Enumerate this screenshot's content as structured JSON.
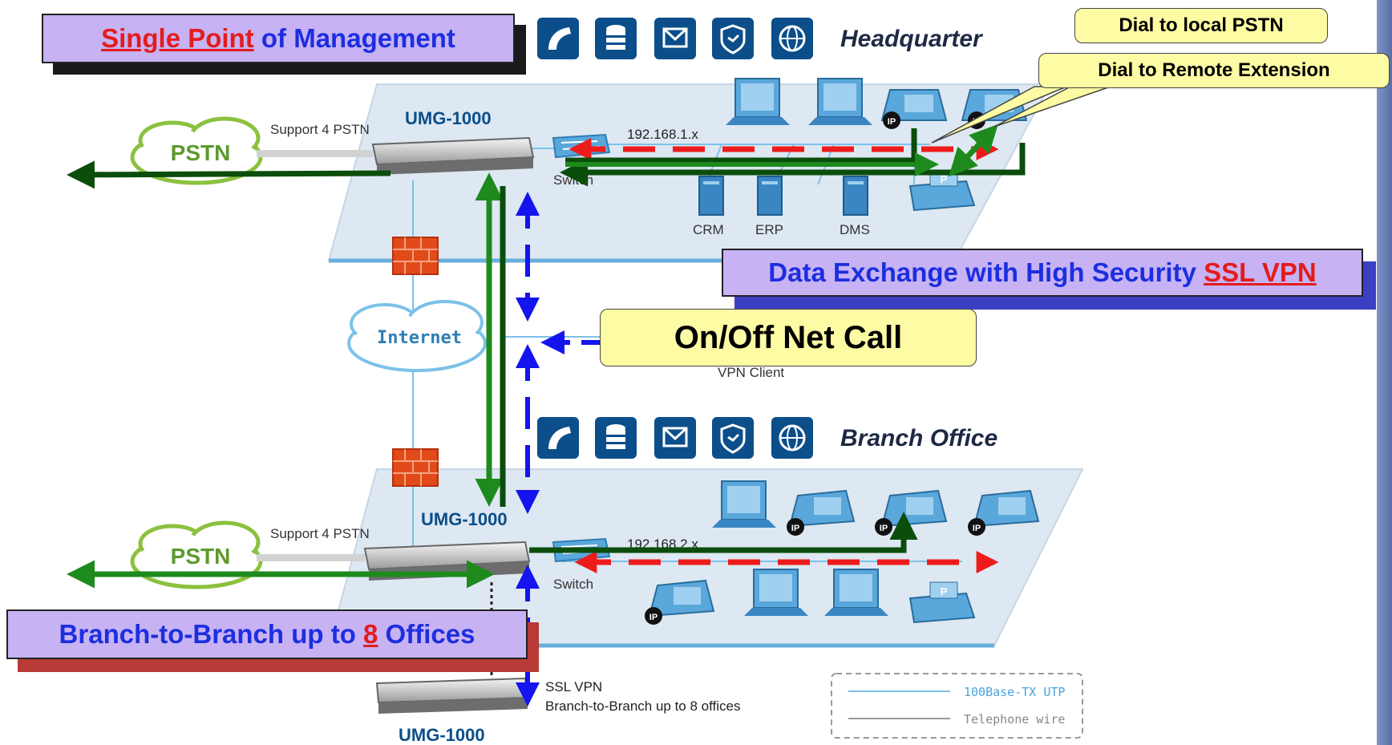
{
  "callouts": {
    "single_point": {
      "red": "Single Point",
      "blue": " of Management"
    },
    "ssl_vpn": {
      "blue": "Data Exchange with High Security ",
      "red": "SSL VPN"
    },
    "onoff": "On/Off Net Call",
    "branch": {
      "blue1": "Branch-to-Branch up to ",
      "red": "8",
      "blue2": " Offices"
    },
    "dial_local": "Dial to local PSTN",
    "dial_remote": "Dial to Remote Extension"
  },
  "labels": {
    "headquarter": "Headquarter",
    "branch_office": "Branch Office",
    "umg_hq": "UMG-1000",
    "umg_branch": "UMG-1000",
    "umg_bottom": "UMG-1000",
    "support_pstn_hq": "Support 4 PSTN",
    "support_pstn_branch": "Support 4 PSTN",
    "pstn_hq": "PSTN",
    "pstn_branch": "PSTN",
    "internet": "Internet",
    "ip_hq": "192.168.1.x",
    "ip_branch": "192.168.2.x",
    "switch_hq": "Switch",
    "switch_branch": "Switch",
    "crm": "CRM",
    "erp": "ERP",
    "dms": "DMS",
    "vpn_client": "VPN Client",
    "ssl_vpn_line1": "SSL VPN",
    "ssl_vpn_line2": "Branch-to-Branch up to 8 offices",
    "ip_badge": "IP",
    "printer_badge": "P"
  },
  "legend": {
    "utp": "100Base-TX UTP",
    "tel": "Telephone wire"
  },
  "icons": [
    "phone-icon",
    "database-icon",
    "mail-icon",
    "shield-icon",
    "globe-icon"
  ],
  "colors": {
    "dark_green": "#0b4d0b",
    "green": "#1e8a1e",
    "red_dash": "#ee1b1b",
    "blue_arrow": "#1414ee",
    "platform": "#dfe9f3",
    "icon_tile": "#0b4e8a",
    "device_blue": "#3e9ad8"
  }
}
